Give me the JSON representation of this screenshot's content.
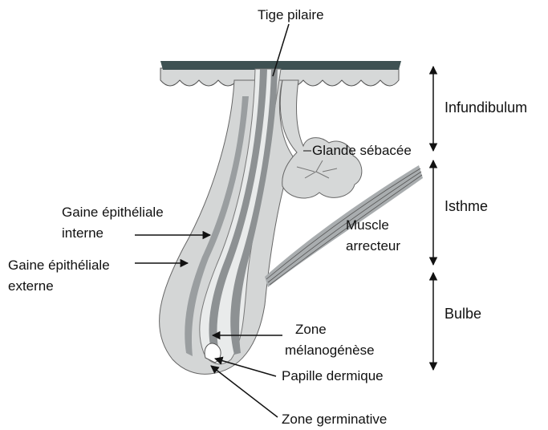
{
  "labels": {
    "hair_shaft": "Tige pilaire",
    "sebaceous_gland": "Glande sébacée",
    "inner_sheath_l1": "Gaine épithéliale",
    "inner_sheath_l2": "interne",
    "outer_sheath_l1": "Gaine épithéliale",
    "outer_sheath_l2": "externe",
    "muscle_l1": "Muscle",
    "muscle_l2": "arrecteur",
    "melanogenesis_l1": "Zone",
    "melanogenesis_l2": "mélanogénèse",
    "dermal_papilla": "Papille dermique",
    "germinative_zone": "Zone germinative"
  },
  "regions": {
    "infundibulum": "Infundibulum",
    "isthmus": "Isthme",
    "bulb": "Bulbe"
  },
  "colors": {
    "ink": "#111111",
    "skin_surface": "#3e5152",
    "epidermis": "#d6d8d8",
    "outer_sheath": "#d4d6d6",
    "inner_sheath": "#e9ebeb",
    "hair_stripe": "#8d9193",
    "muscle": "#a9adaf"
  }
}
